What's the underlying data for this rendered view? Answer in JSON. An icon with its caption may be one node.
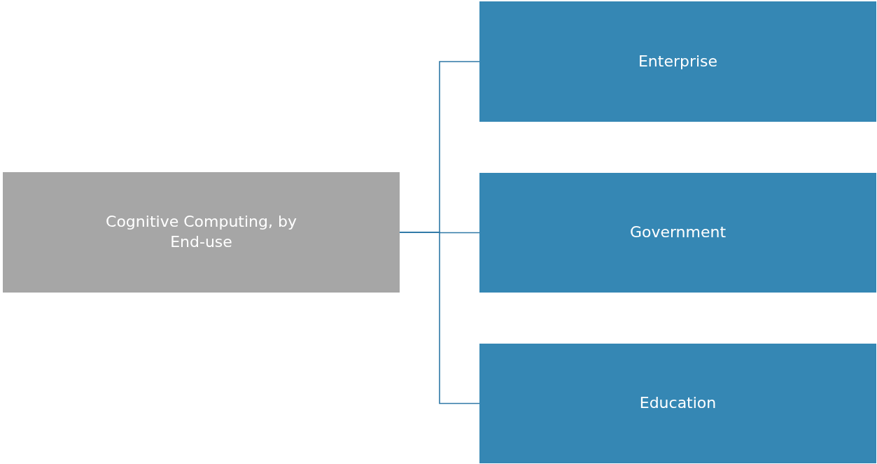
{
  "diagram": {
    "nodes": [
      {
        "text": [
          "Cognitive Computing, by End-use"
        ]
      },
      {
        "text": [
          "Enterprise"
        ]
      },
      {
        "text": [
          "Government"
        ]
      },
      {
        "text": [
          "Education"
        ]
      }
    ],
    "edges": [
      {
        "from": 0,
        "to": 1,
        "arrow": "none"
      },
      {
        "from": 0,
        "to": 2,
        "arrow": "none"
      },
      {
        "from": 0,
        "to": 3,
        "arrow": "none"
      }
    ]
  }
}
